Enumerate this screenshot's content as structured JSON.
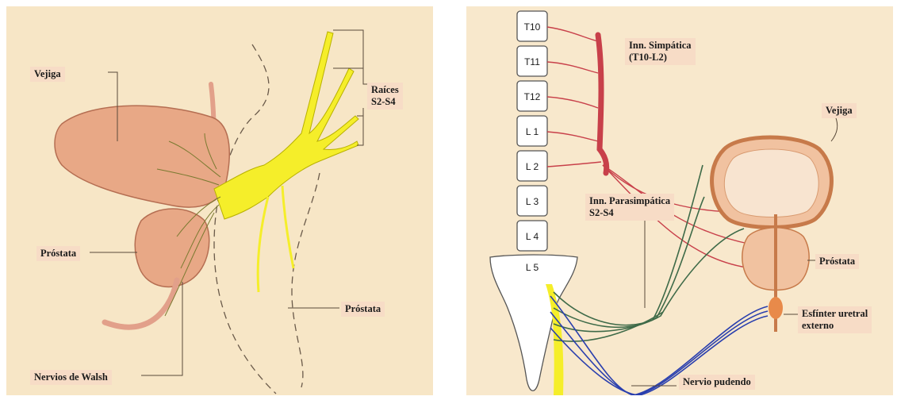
{
  "left_panel": {
    "labels": {
      "vejiga": "Vejiga",
      "raices": "Raíces\nS2-S4",
      "prostata_left": "Próstata",
      "prostata_right": "Próstata",
      "nervios_walsh": "Nervios de Walsh"
    }
  },
  "right_panel": {
    "vertebrae": [
      "T10",
      "T11",
      "T12",
      "L 1",
      "L 2",
      "L 3",
      "L 4",
      "L 5"
    ],
    "labels": {
      "inn_simpatica": "Inn. Simpática\n(T10-L2)",
      "inn_parasimpatica": "Inn. Parasimpática\nS2-S4",
      "vejiga": "Vejiga",
      "prostata": "Próstata",
      "esfinter": "Esfínter uretral\nexterno",
      "nervio_pudendo": "Nervio pudendo"
    }
  },
  "colors": {
    "left_bg": "#f7e6c6",
    "right_bg": "#f8e8cc",
    "label_box": "#f7dcc6",
    "organ": "#e8a886",
    "nerve_yellow": "#f5ee2a",
    "sympathetic": "#c8404a",
    "parasympathetic": "#3e6a48",
    "pudendal": "#2a3fae"
  }
}
